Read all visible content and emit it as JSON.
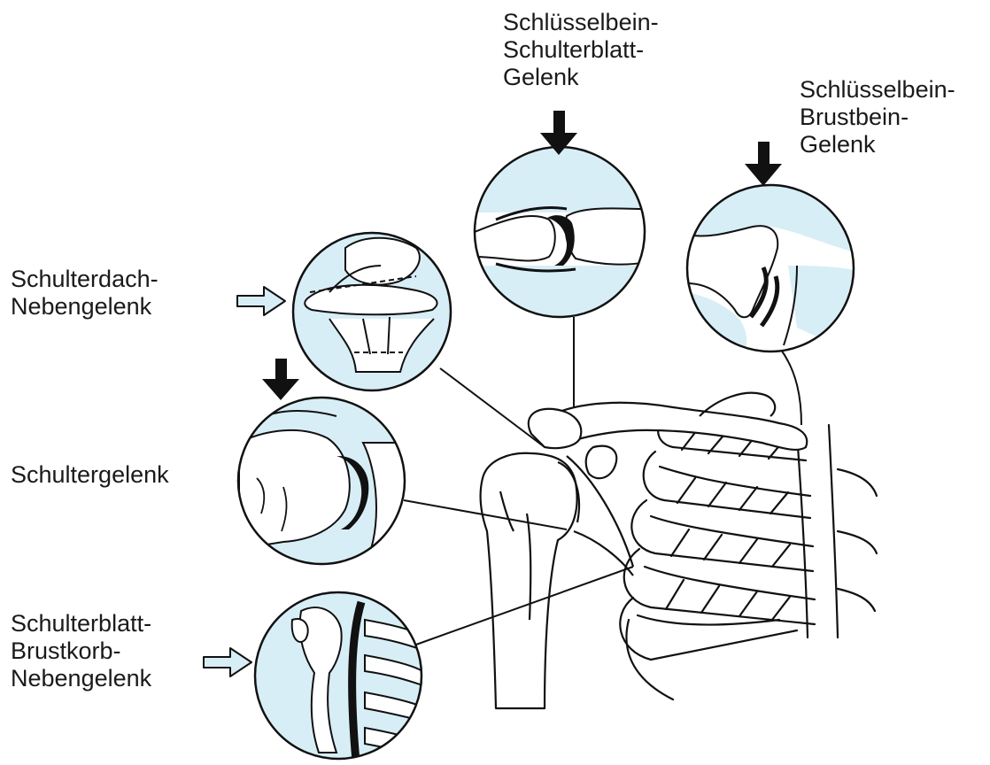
{
  "labels": {
    "acromioclavicular": [
      "Schlüsselbein-",
      "Schulterblatt-",
      "Gelenk"
    ],
    "sternoclavicular": [
      "Schlüsselbein-",
      "Brustbein-",
      "Gelenk"
    ],
    "subacromial": [
      "Schulterdach-",
      "Nebengelenk"
    ],
    "glenohumeral": [
      "Schultergelenk"
    ],
    "scapulothoracic": [
      "Schulterblatt-",
      "Brustkorb-",
      "Nebengelenk"
    ]
  },
  "colors": {
    "ink": "#111111",
    "circle_fill": "#d8eef6",
    "paper": "#ffffff"
  }
}
